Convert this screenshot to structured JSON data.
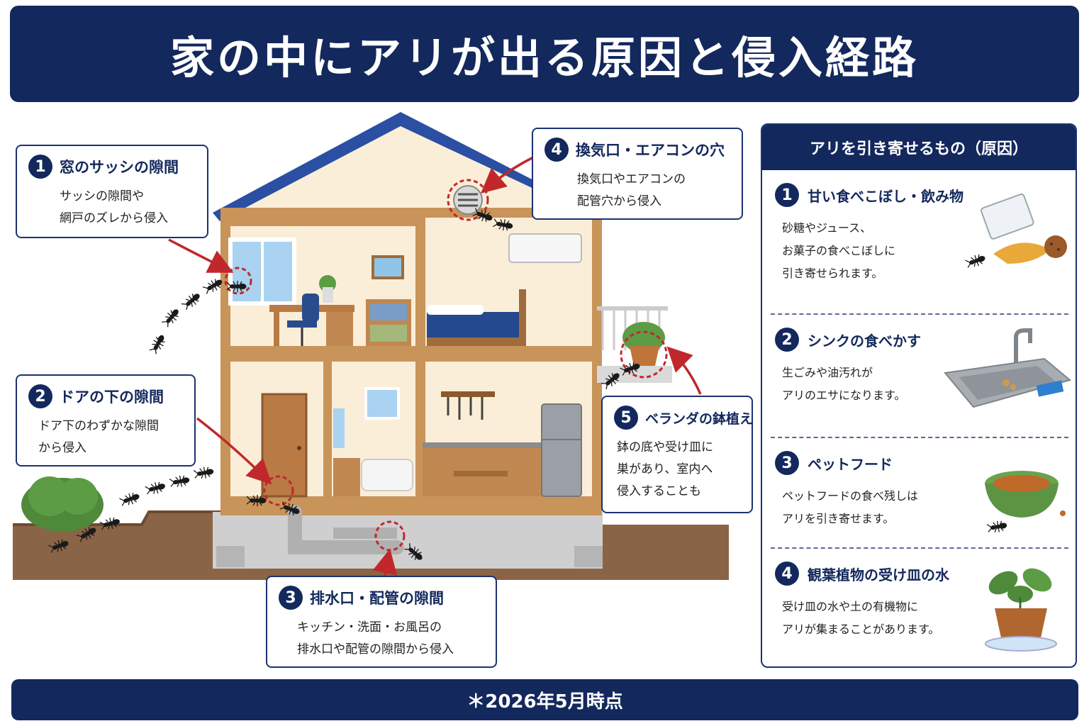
{
  "title": "家の中にアリが出る原因と侵入経路",
  "footer": "＊2026年5月時点",
  "routes": [
    {
      "num": "1",
      "title": "窓のサッシの隙間",
      "desc": "サッシの隙間や\n網戸のズレから侵入"
    },
    {
      "num": "2",
      "title": "ドアの下の隙間",
      "desc": "ドア下のわずかな隙間\nから侵入"
    },
    {
      "num": "3",
      "title": "排水口・配管の隙間",
      "desc": "キッチン・洗面・お風呂の\n排水口や配管の隙間から侵入"
    },
    {
      "num": "4",
      "title": "換気口・エアコンの穴",
      "desc": "換気口やエアコンの\n配管穴から侵入"
    },
    {
      "num": "5",
      "title": "ベランダの鉢植え",
      "desc": "鉢の底や受け皿に\n巣があり、室内へ\n侵入することも"
    }
  ],
  "causes_panel": {
    "title": "アリを引き寄せるもの（原因）",
    "items": [
      {
        "num": "1",
        "title": "甘い食べこぼし・飲み物",
        "desc": "砂糖やジュース、\nお菓子の食べこぼしに\n引き寄せられます。",
        "icon": "spilled-cup-icon"
      },
      {
        "num": "2",
        "title": "シンクの食べかす",
        "desc": "生ごみや油汚れが\nアリのエサになります。",
        "icon": "sink-icon"
      },
      {
        "num": "3",
        "title": "ペットフード",
        "desc": "ペットフードの食べ残しは\nアリを引き寄せます。",
        "icon": "pet-bowl-icon"
      },
      {
        "num": "4",
        "title": "観葉植物の受け皿の水",
        "desc": "受け皿の水や土の有機物に\nアリが集まることがあります。",
        "icon": "potted-plant-icon"
      }
    ]
  },
  "colors": {
    "navy": "#13285c",
    "arrow": "#c0282c",
    "wood": "#c8945a",
    "wall": "#fbeed8",
    "roof": "#2a4fa3",
    "soil": "#8a6446"
  }
}
